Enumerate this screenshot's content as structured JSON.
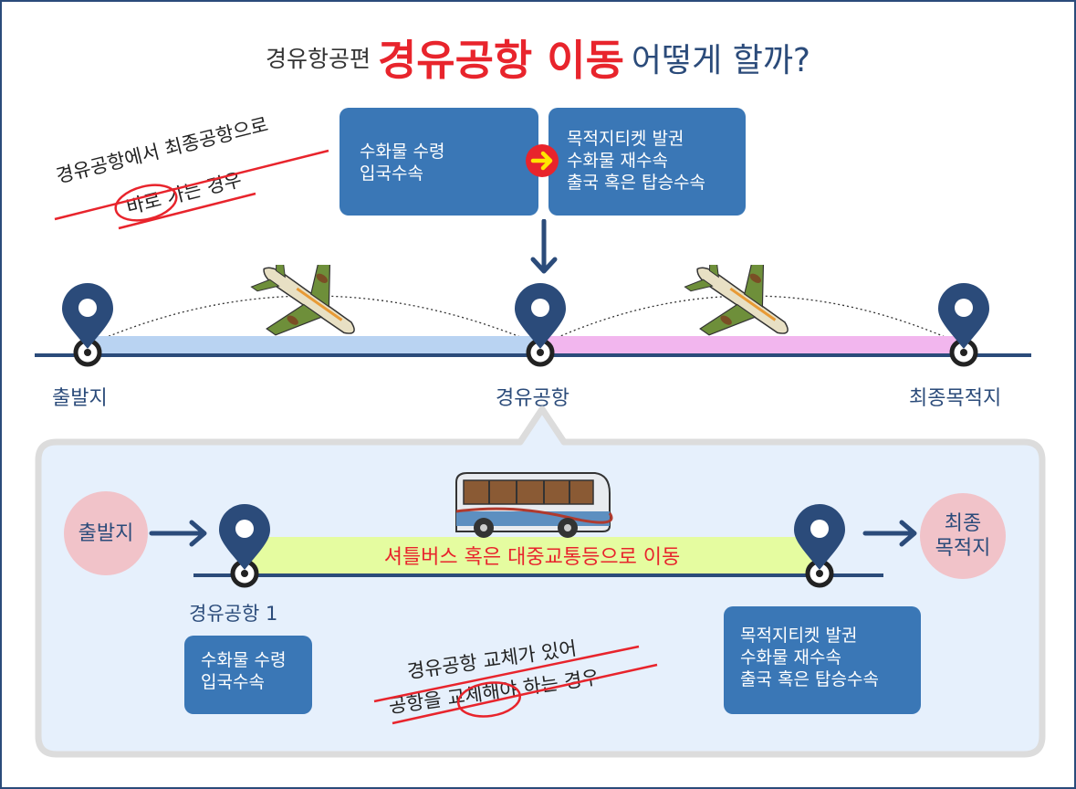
{
  "title": {
    "prefix": "경유항공편",
    "highlight": "경유공항 이동",
    "suffix": "어떻게 할까?"
  },
  "direct_case": {
    "note_line1": "경유공항에서 최종공항으로",
    "note_line2": "바로 가는 경우",
    "box_left": [
      "수화물 수령",
      "입국수속"
    ],
    "box_right": [
      "목적지티켓 발권",
      "수화물 재수속",
      "출국 혹은 탑승수속"
    ]
  },
  "route": {
    "origin": "출발지",
    "transit": "경유공항",
    "destination": "최종목적지"
  },
  "transfer_case": {
    "origin": "출발지",
    "destination": [
      "최종",
      "목적지"
    ],
    "shuttle_text": "셔틀버스 혹은 대중교통등으로 이동",
    "airport1": "경유공항 1",
    "box_left": [
      "수화물 수령",
      "입국수속"
    ],
    "box_right": [
      "목적지티켓 발권",
      "수화물 재수속",
      "출국 혹은 탑승수속"
    ],
    "note_line1": "경유공항 교체가 있어",
    "note_line2": "공항을 교체해야 하는 경우"
  },
  "colors": {
    "navy": "#2b4b7a",
    "red": "#e8242c",
    "box_blue": "#3a77b6",
    "route_blue": "#b9d3f2",
    "route_pink": "#f2b6ee",
    "shuttle_green": "#e5fca0",
    "panel_bg": "#e6f0fc",
    "circle_pink": "#f1c3c9"
  },
  "icons": [
    "location-pin-icon",
    "airplane-icon",
    "bus-icon",
    "arrow-right-icon",
    "arrow-down-icon"
  ]
}
